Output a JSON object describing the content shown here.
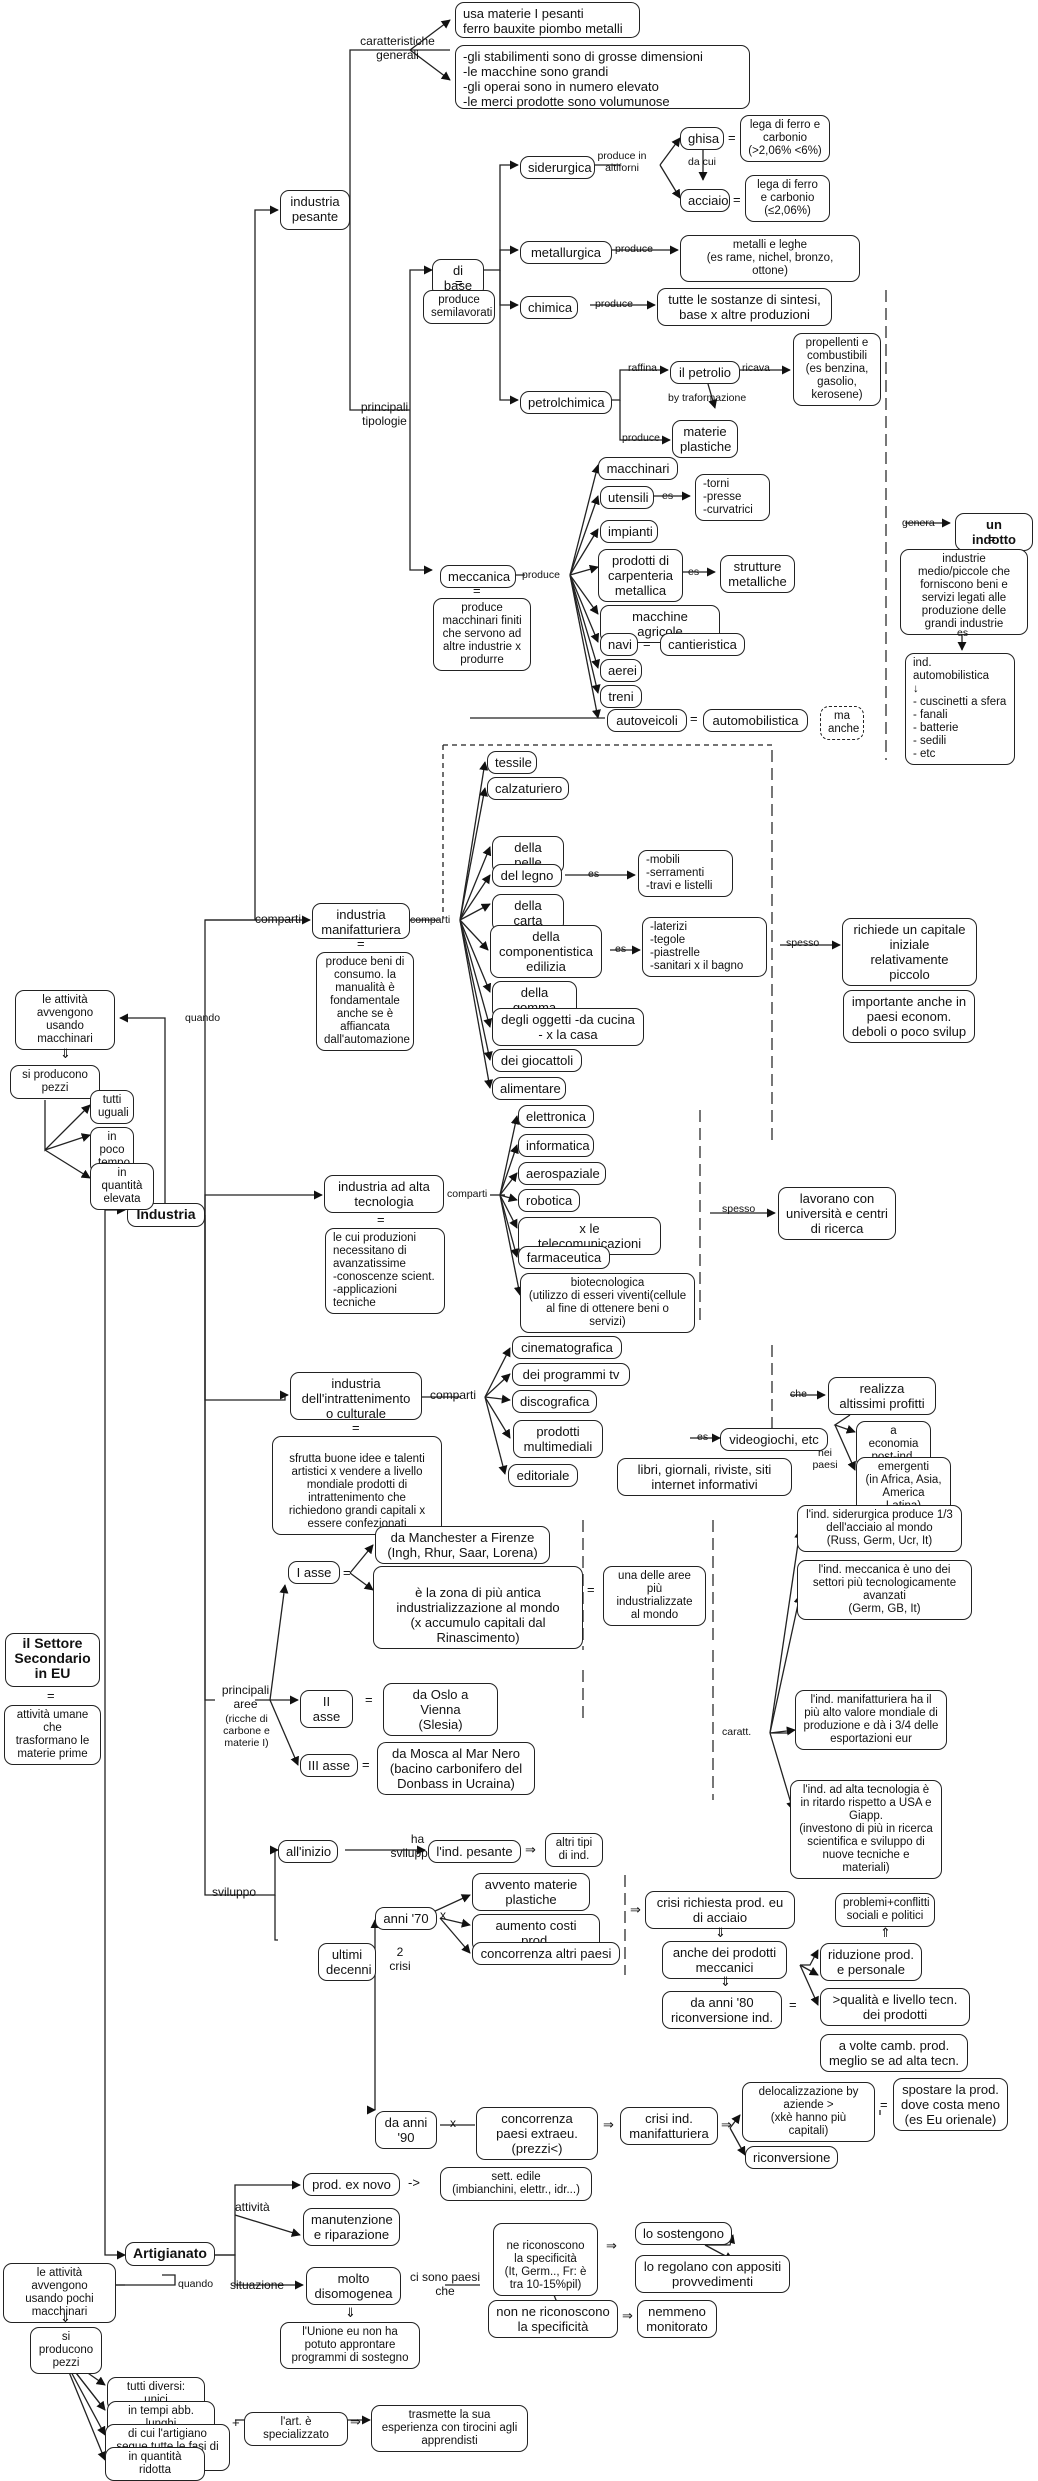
{
  "nodes": {
    "settore": "il Settore Secondario\nin EU",
    "settore_def": "attività umane che trasformano le materie prime",
    "industria": "Industria",
    "artigianato": "Artigianato",
    "ind_pesante": "industria pesante",
    "usa_materie": "usa materie I pesanti\nferro bauxite piombo metalli",
    "caratteristiche": "-gli stabilimenti sono di grosse dimensioni\n-le macchine sono grandi\n-gli operai sono in numero elevato\n-le merci prodotte sono volumunose",
    "siderurgica": "siderurgica",
    "ghisa": "ghisa",
    "acciaio": "acciaio",
    "lega_ghisa": "lega di ferro e carbonio\n(>2,06% <6%)",
    "lega_acciaio": "lega di ferro e carbonio\n(≤2,06%)",
    "di_base": "di base",
    "produce_semi": "produce semilavorati",
    "metallurgica": "metallurgica",
    "metalli_leghe": "metalli e leghe\n(es rame, nichel, bronzo, ottone)",
    "chimica": "chimica",
    "sostanze": "tutte le sostanze di sintesi,\nbase x altre produzioni",
    "petrolchimica": "petrolchimica",
    "petrolio": "il petrolio",
    "propellenti": "propellenti e combustibili\n(es benzina, gasolio, kerosene)",
    "plastiche": "materie plastiche",
    "meccanica": "meccanica",
    "meccanica_def": "produce macchinari finiti che servono ad altre industrie x produrre",
    "macchinari": "macchinari",
    "utensili": "utensili",
    "utensili_es": "-torni\n-presse\n-curvatrici",
    "impianti": "impianti",
    "carpenteria": "prodotti di carpenteria metallica",
    "strutture": "strutture metalliche",
    "agricole": "macchine agricole",
    "navi": "navi",
    "cantieristica": "cantieristica",
    "aerei": "aerei",
    "treni": "treni",
    "autoveicoli": "autoveicoli",
    "automobilistica": "automobilistica",
    "ma_anche": "ma anche",
    "indotto": "un indotto",
    "indotto_def": "industrie medio/piccole che forniscono beni e servizi legati alle produzione delle grandi industrie",
    "ind_auto": "ind. automobilistica\n↓\n- cuscinetti a sfera\n- fanali\n- batterie\n- sedili\n- etc",
    "manifatturiera": "industria manifatturiera",
    "manif_def": "produce beni di consumo. la manualità è fondamentale anche se è affiancata dall'automazione",
    "tessile": "tessile",
    "calzaturiero": "calzaturiero",
    "pelle": "della pelle",
    "legno": "del legno",
    "legno_es": "-mobili\n-serramenti\n-travi e listelli",
    "carta": "della carta",
    "edilizia": "della componentistica edilizia",
    "edilizia_es": "-laterizi\n-tegole\n-piastrelle\n-sanitari x il bagno",
    "gomma": "della gomma",
    "oggetti": "degli oggetti -da cucina\n- x la casa",
    "giocattoli": "dei giocattoli",
    "alimentare": "alimentare",
    "capitale": "richiede un capitale iniziale relativamente piccolo",
    "importante": "importante anche in paesi econom. deboli o poco svilup",
    "alta_tec": "industria ad alta tecnologia",
    "alta_def": "le cui produzioni necessitano di avanzatissime\n-conoscenze scient.\n-applicazioni tecniche",
    "elettronica": "elettronica",
    "informatica": "informatica",
    "aerospaziale": "aerospaziale",
    "robotica": "robotica",
    "telecom": "x le telecomunicazioni",
    "farmaceutica": "farmaceutica",
    "biotecnologica": "biotecnologica\n(utilizzo di esseri viventi(cellule al fine di ottenere beni o servizi)",
    "universita": "lavorano con università e centri di ricerca",
    "intrattenimento": "industria dell'intrattenimento o culturale",
    "intr_def": "sfrutta buone idee e talenti artistici x vendere a livello mondiale prodotti di intrattenimento che richiedono grandi capitali x essere confezionati",
    "cinematografica": "cinematografica",
    "programmi": "dei programmi tv",
    "discografica": "discografica",
    "multimediali": "prodotti multimediali",
    "videogiochi": "videogiochi, etc",
    "editoriale": "editoriale",
    "libri": "libri, giornali, riviste, siti internet informativi",
    "profitti": "realizza altissimi profitti",
    "postind": "a economia post-ind.",
    "emergenti": "emergenti\n(in Africa, Asia, America Latina)",
    "I_asse": "I asse",
    "manchester": "da Manchester a Firenze\n(Ingh, Rhur, Saar, Lorena)",
    "antica": "è la zona di più antica industrializzazione al mondo\n(x accumulo capitali dal Rinascimento)",
    "una_delle": "una delle aree più industrializzate al mondo",
    "II_asse": "II asse",
    "oslo": "da Oslo a Vienna\n(Slesia)",
    "III_asse": "III asse",
    "mosca": "da Mosca al Mar Nero\n(bacino carbonifero del Donbass in Ucraina)",
    "sid_produce": "l'ind. siderurgica produce 1/3 dell'acciaio al mondo\n(Russ, Germ, Ucr, It)",
    "mecc_uno": "l'ind. meccanica è uno dei settori più tecnologicamente avanzati\n(Germ, GB, It)",
    "manif_metà": "l'ind. manifatturiera ha il più alto valore mondiale di produzione e dà i 3/4 delle esportazioni eur",
    "alta_ritardo": "l'ind. ad alta tecnologia è in ritardo rispetto a USA e Giapp.\n(investono di più in ricerca scientifica e sviluppo di nuove tecniche e materiali)",
    "inizio": "all'inizio",
    "pesante2": "l'ind. pesante",
    "altri_tipi": "altri tipi di ind.",
    "ultimi": "ultimi decenni",
    "anni70": "anni '70",
    "avvento": "avvento materie plastiche",
    "aumento": "aumento costi prod.",
    "concorrenza": "concorrenza altri paesi",
    "crisi_acciaio": "crisi richiesta prod. eu di acciaio",
    "anche_mecc": "anche dei prodotti meccanici",
    "anni80": "da anni '80 riconversione ind.",
    "problemi": "problemi+conflitti sociali e politici",
    "riduzione": "riduzione prod. e personale",
    "qualita": ">qualità e livello tecn. dei prodotti",
    "volte": "a volte camb. prod. meglio se ad alta tecn.",
    "anni90": "da anni '90",
    "concorrenza90": "concorrenza paesi extraeu. (prezzi<)",
    "crisi_manif": "crisi ind. manifatturiera",
    "delocalizzazione": "delocalizzazione by aziende >\n(xkè hanno più capitali)",
    "spostare": "spostare la prod. dove costa meno\n(es Eu orienale)",
    "riconversione": "riconversione",
    "ind_q_avv": "le attività avvengono usando macchinari",
    "ind_pezzi": "si producono pezzi",
    "tutti_uguali": "tutti uguali",
    "poco_tempo": "in poco tempo",
    "quantita": "in quantità elevata",
    "prod_nuovo": "prod. ex novo",
    "edile": "sett. edile\n(imbianchini, elettr., idr...)",
    "manutenzione": "manutenzione e riparazione",
    "disomogenea": "molto disomogenea",
    "unione": "l'Unione eu non ha potuto approntare programmi di sostegno",
    "riconoscono": "ne riconoscono la specificità\n(It, Germ.., Fr: è tra 10-15%pil)",
    "non_ric": "non ne riconoscono la specificità",
    "sostengono": "lo sostengono",
    "regolano": "lo regolano con appositi provvedimenti",
    "monitorato": "nemmeno monitorato",
    "art_avv": "le attività avvengono usando pochi macchinari",
    "art_pezzi": "si producono pezzi",
    "diversi": "tutti diversi: unici",
    "lunghi": "in tempi abb. lunghi",
    "fasi": "di cui l'artigiano segue tutte le fasi di prod.",
    "specializzato": "l'art. è specializzato",
    "trasmette": "trasmette la sua esperienza con tirocini agli apprendisti",
    "ridotta": "in quantità ridotta"
  },
  "labels": {
    "caratt_generali": "caratteristiche generali",
    "principali_tipologie": "principali tipologie",
    "comparti": "comparti",
    "comparti2": "comparti",
    "comparti3": "comparti",
    "comparti4": "comparti",
    "principali_aree": "principali aree",
    "aree_sub": "(ricche di carbone e materie I)",
    "sviluppo": "sviluppo",
    "quando": "quando",
    "quando2": "quando",
    "attivita": "attività",
    "situazione": "situazione",
    "ci_sono": "ci sono paesi che",
    "produce_altiforni": "produce in altiforni",
    "da_cui": "da cui",
    "produce": "produce",
    "produce2": "produce",
    "produce3": "produce",
    "produce4": "produce",
    "raffina": "raffina",
    "ricava": "ricava",
    "by_traf": "by traformazione",
    "es": "es",
    "es2": "es",
    "es3": "es",
    "es4": "es",
    "es5": "es",
    "es6": "es",
    "genera": "genera",
    "spesso": "spesso",
    "spesso2": "spesso",
    "che": "che",
    "nei_paesi": "nei paesi",
    "caratt": "caratt.",
    "ha_sviluppato": "ha sviluppato",
    "due_crisi": "2 crisi",
    "x": "x",
    "x2": "x"
  }
}
